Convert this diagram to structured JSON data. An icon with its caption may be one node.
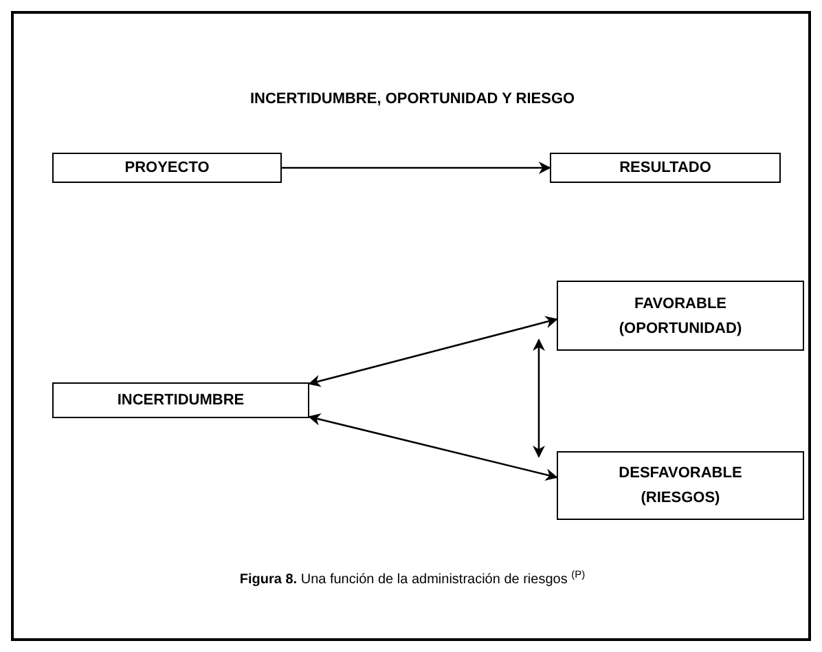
{
  "diagram": {
    "title": "INCERTIDUMBRE, OPORTUNIDAD Y RIESGO",
    "caption": "**Figura 8.** Una función de la administración de riesgos $^{(P)}$",
    "nodes": [
      {
        "text": [
          "PROYECTO"
        ]
      },
      {
        "text": [
          "RESULTADO"
        ]
      },
      {
        "text": [
          "INCERTIDUMBRE"
        ]
      },
      {
        "text": [
          "FAVORABLE (OPORTUNIDAD)"
        ]
      },
      {
        "text": [
          "DESFAVORABLE (RIESGOS)"
        ]
      }
    ],
    "edges": [
      {
        "from": 0,
        "to": 1,
        "arrow": "to"
      },
      {
        "from": 3,
        "to": 2,
        "arrow": "both"
      },
      {
        "from": 4,
        "to": 2,
        "arrow": "both"
      },
      {
        "from": 3,
        "to": 4,
        "arrow": "both"
      }
    ]
  }
}
